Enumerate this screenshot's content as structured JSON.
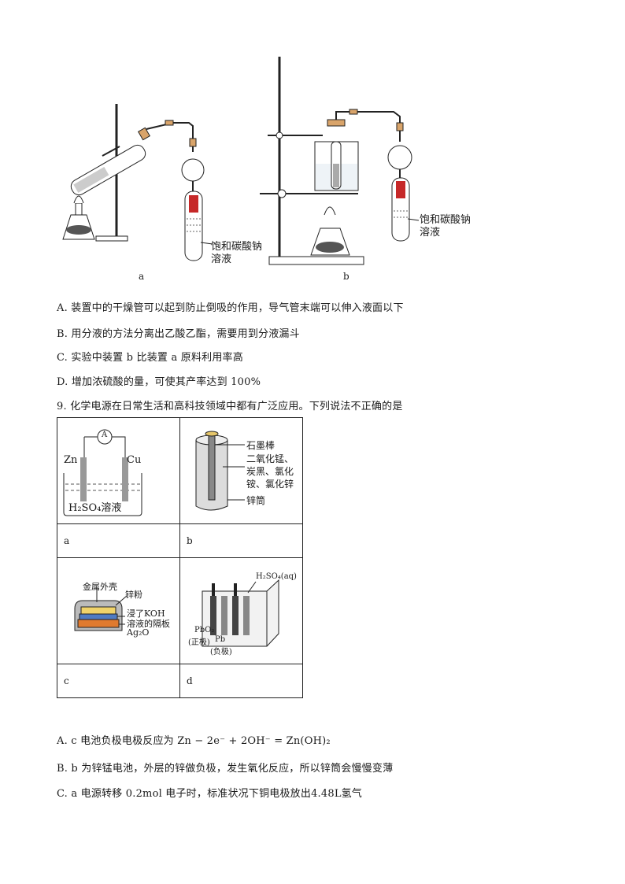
{
  "figure_top": {
    "label_a": "a",
    "label_b": "b",
    "tube_label_a_line1": "饱和碳酸钠",
    "tube_label_a_line2": "溶液",
    "tube_label_b_line1": "饱和碳酸钠",
    "tube_label_b_line2": "溶液"
  },
  "q8_options": [
    "A. 装置中的干燥管可以起到防止倒吸的作用，导气管末端可以伸入液面以下",
    "B. 用分液的方法分离出乙酸乙酯，需要用到分液漏斗",
    "C. 实验中装置 b 比装置 a 原料利用率高",
    "D. 增加浓硫酸的量，可使其产率达到 100%"
  ],
  "q9_stem": "9. 化学电源在日常生活和高科技领域中都有广泛应用。下列说法不正确的是",
  "table": {
    "cell_a": {
      "ammeter": "A",
      "left_electrode": "Zn",
      "right_electrode": "Cu",
      "solution": "H₂SO₄溶液",
      "label": "a"
    },
    "cell_b": {
      "rod": "石墨棒",
      "paste_line1": "二氧化锰、",
      "paste_line2": "炭黑、氯化",
      "paste_line3": "铵、氯化锌",
      "can": "锌筒",
      "label": "b"
    },
    "cell_c": {
      "shell": "金属外壳",
      "zinc": "锌粉",
      "sep_line1": "浸了KOH",
      "sep_line2": "溶液的隔板",
      "oxide": "Ag₂O",
      "label": "c"
    },
    "cell_d": {
      "electrolyte": "H₂SO₄(aq)",
      "pbo2": "PbO₂",
      "pos": "(正极)",
      "pb": "Pb",
      "neg": "(负极)",
      "label": "d"
    }
  },
  "q9_options": [
    "A. c 电池负极电极反应为 Zn − 2e⁻ + 2OH⁻ = Zn(OH)₂",
    "B. b 为锌锰电池，外层的锌做负极，发生氧化反应，所以锌筒会慢慢变薄",
    "C. a 电源转移 0.2mol 电子时，标准状况下铜电极放出4.48L氢气"
  ]
}
